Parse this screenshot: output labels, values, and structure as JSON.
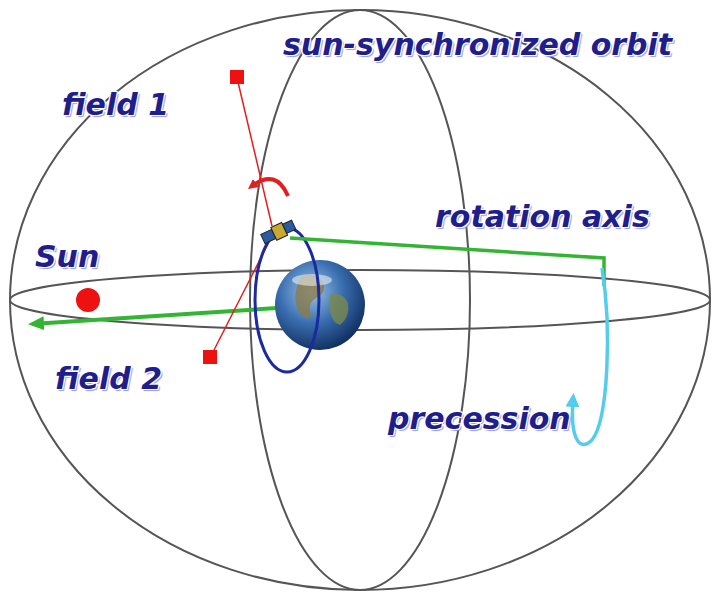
{
  "diagram": {
    "labels": [
      "field 1",
      "sun-synchronized orbit",
      "rotation axis",
      "Sun",
      "field 2",
      "precession"
    ]
  }
}
